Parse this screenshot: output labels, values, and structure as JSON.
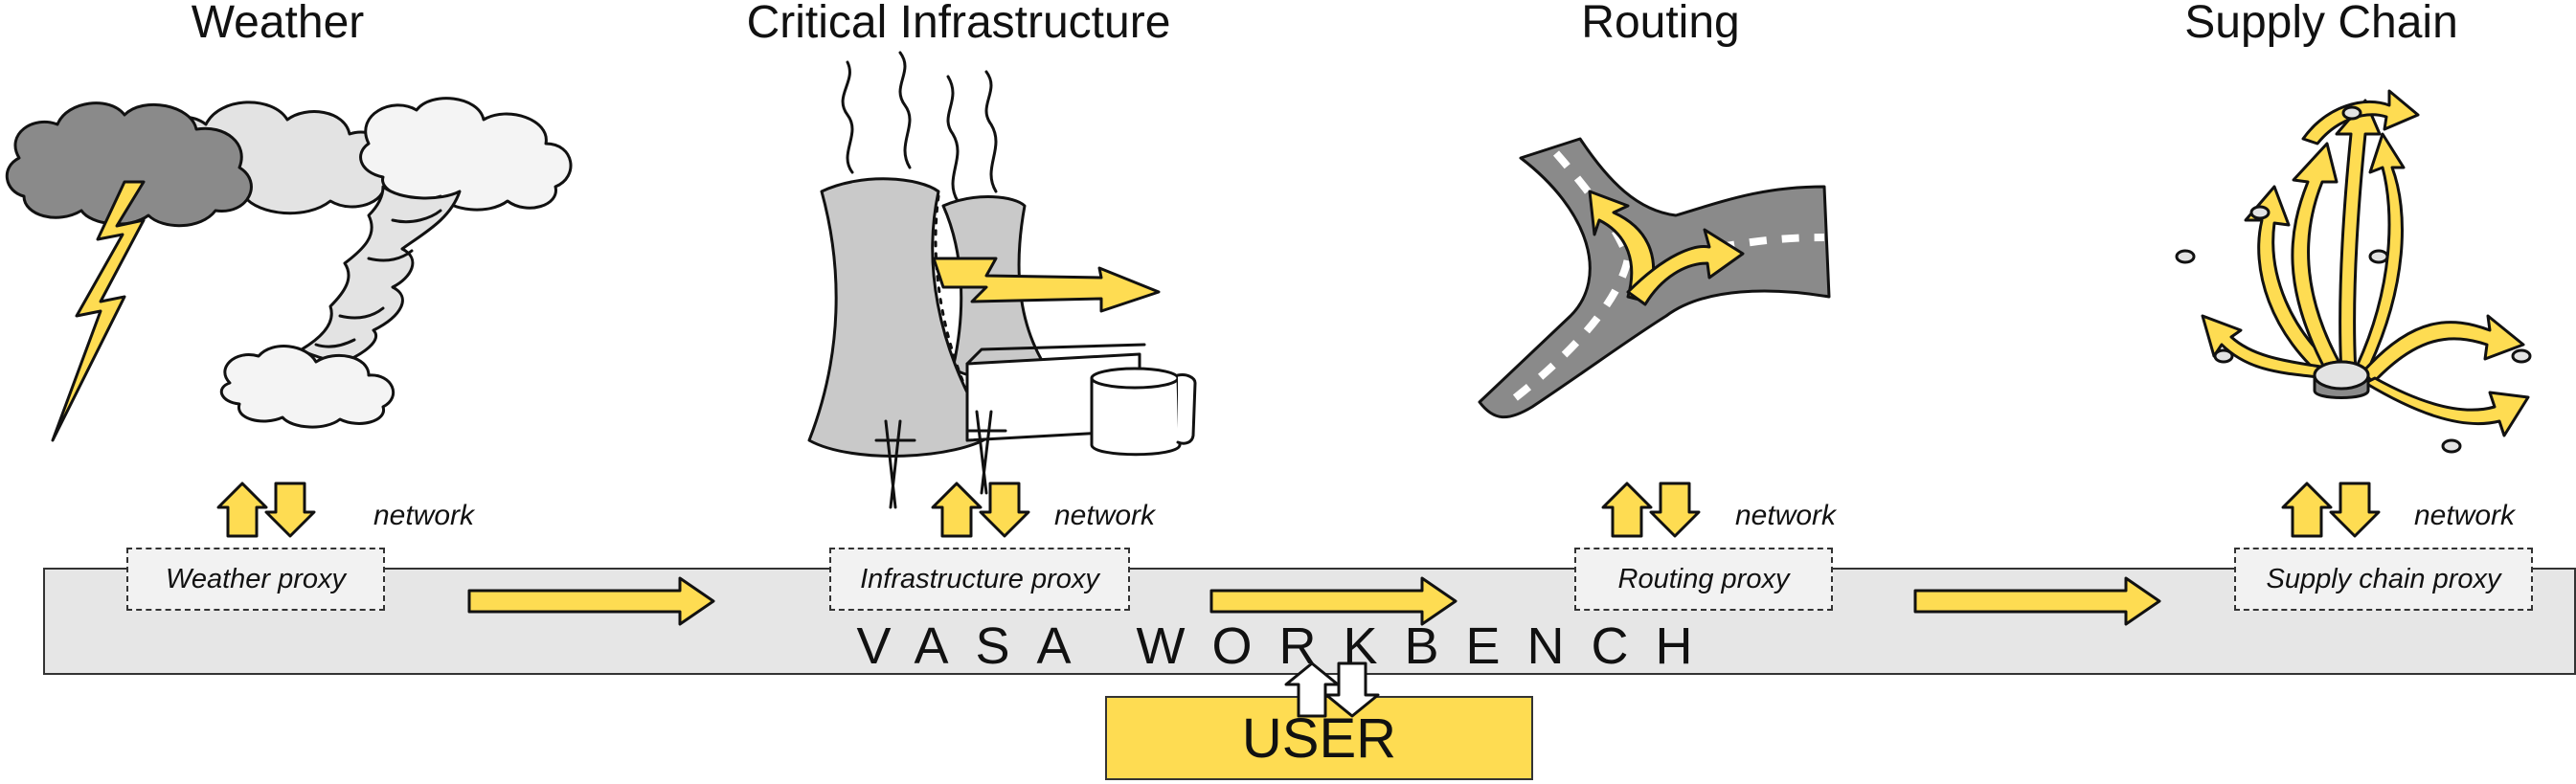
{
  "sections": [
    {
      "title": "Weather",
      "proxy": "Weather proxy",
      "network": "network",
      "icon": "storm-tornado-icon"
    },
    {
      "title": "Critical Infrastructure",
      "proxy": "Infrastructure proxy",
      "network": "network",
      "icon": "power-plant-icon"
    },
    {
      "title": "Routing",
      "proxy": "Routing proxy",
      "network": "network",
      "icon": "road-junction-icon"
    },
    {
      "title": "Supply Chain",
      "proxy": "Supply chain proxy",
      "network": "network",
      "icon": "supply-network-icon"
    }
  ],
  "workbench": {
    "label": "VASA WORKBENCH"
  },
  "user": {
    "label": "USER"
  },
  "colors": {
    "accent": "#fedc52",
    "workbench_fill": "#e6e6e6",
    "outline": "#333333"
  }
}
